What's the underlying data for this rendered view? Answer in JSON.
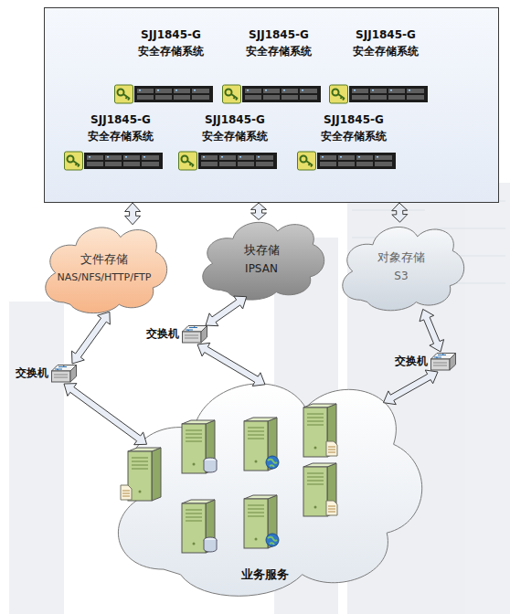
{
  "diagram": {
    "nodes": [
      {
        "text": []
      },
      {
        "text": [
          "SJJ1845-G",
          "安全存储系统"
        ],
        "in": 0
      },
      {
        "text": [
          "SJJ1845-G",
          "安全存储系统"
        ],
        "in": 0
      },
      {
        "text": [
          "SJJ1845-G",
          "安全存储系统"
        ],
        "in": 0
      },
      {
        "text": [
          "SJJ1845-G",
          "安全存储系统"
        ],
        "in": 0
      },
      {
        "text": [
          "SJJ1845-G",
          "安全存储系统"
        ],
        "in": 0
      },
      {
        "text": [
          "SJJ1845-G",
          "安全存储系统"
        ],
        "in": 0
      },
      {
        "text": [
          "文件存储",
          "NAS/NFS/HTTP/FTP"
        ]
      },
      {
        "text": [
          "块存储",
          "IPSAN"
        ]
      },
      {
        "text": [
          "对象存储",
          "S3"
        ]
      },
      {
        "text": [
          "交换机"
        ]
      },
      {
        "text": [
          "交换机"
        ]
      },
      {
        "text": [
          "交换机"
        ]
      },
      {
        "text": [
          "业务服务"
        ]
      }
    ],
    "edges": [
      {
        "from": 0,
        "to": 7,
        "arrow": "both"
      },
      {
        "from": 0,
        "to": 8,
        "arrow": "both"
      },
      {
        "from": 0,
        "to": 9,
        "arrow": "both"
      },
      {
        "from": 7,
        "to": 12,
        "arrow": "both"
      },
      {
        "from": 12,
        "to": 13,
        "arrow": "both"
      },
      {
        "from": 8,
        "to": 10,
        "arrow": "both"
      },
      {
        "from": 10,
        "to": 13,
        "arrow": "both"
      },
      {
        "from": 9,
        "to": 11,
        "arrow": "both"
      },
      {
        "from": 11,
        "to": 13,
        "arrow": "both"
      }
    ]
  }
}
